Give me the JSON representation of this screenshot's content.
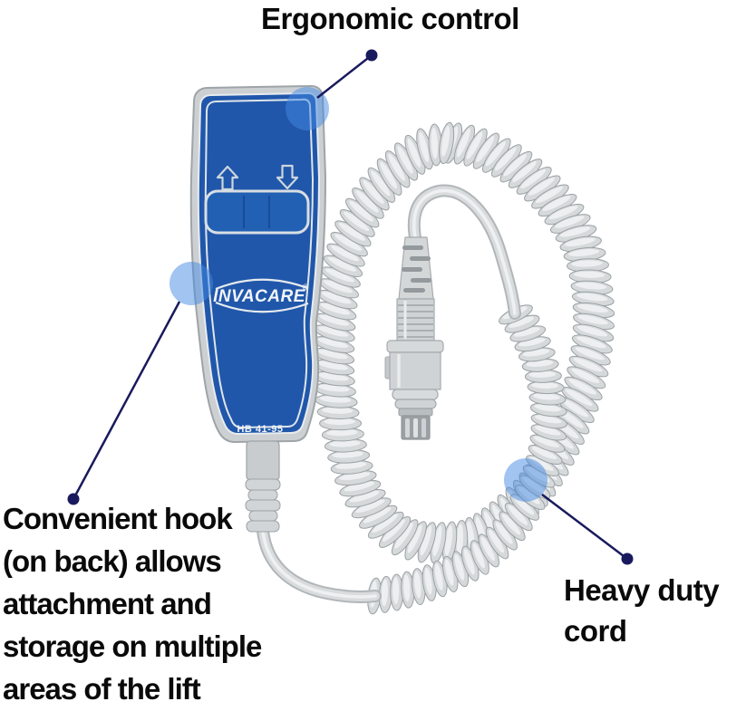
{
  "product": {
    "brand": "INVACARE",
    "registered_mark": "®",
    "model_number": "HB 41-95",
    "icons": {
      "up_button": "up-arrow-icon",
      "down_button": "down-arrow-icon"
    }
  },
  "annotations": {
    "ergonomic": {
      "text": "Ergonomic control"
    },
    "hook": {
      "lines": [
        "Convenient hook",
        "(on back) allows",
        "attachment and",
        "storage on multiple",
        "areas of the lift"
      ]
    },
    "cord": {
      "lines": [
        "Heavy duty",
        "cord"
      ]
    }
  },
  "colors": {
    "device_blue": "#2057ab",
    "rocker_blue": "#2160b2",
    "highlight_circle_blue": "#4489e4",
    "callout_navy": "#191a5e",
    "cord_gray": "#d6d9da",
    "cord_outline_gray": "#9aa1a4",
    "text_black": "#0a0a0a",
    "background": "#ffffff"
  }
}
